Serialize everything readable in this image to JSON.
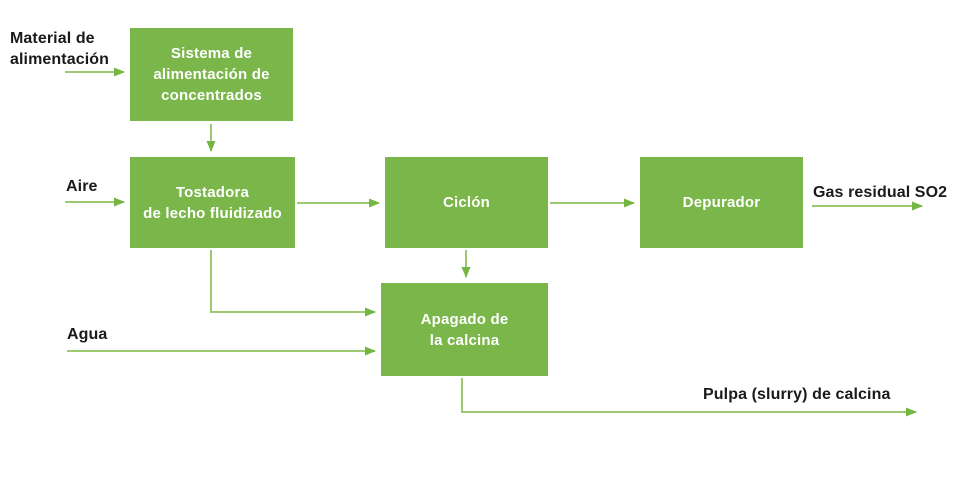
{
  "diagram": {
    "nodes": [
      {
        "id": "feed-system",
        "label": "Sistema de\nalimentación de\nconcentrados"
      },
      {
        "id": "roaster",
        "label": "Tostadora\nde lecho fluidizado"
      },
      {
        "id": "cyclone",
        "label": "Ciclón"
      },
      {
        "id": "scrubber",
        "label": "Depurador"
      },
      {
        "id": "quench",
        "label": "Apagado de\nla calcina"
      }
    ],
    "stream_labels": [
      {
        "id": "feed-material",
        "text": "Material de\nalimentación"
      },
      {
        "id": "air",
        "text": "Aire"
      },
      {
        "id": "water",
        "text": "Agua"
      },
      {
        "id": "waste-gas",
        "text": "Gas residual SO2"
      },
      {
        "id": "slurry",
        "text": "Pulpa (slurry) de calcina"
      }
    ],
    "colors": {
      "box_fill": "#7ab64a",
      "box_text": "#ffffff",
      "arrow_line": "#9cca72",
      "arrow_head": "#74b63f",
      "label_text": "#1a1a1a",
      "background": "#ffffff"
    }
  }
}
